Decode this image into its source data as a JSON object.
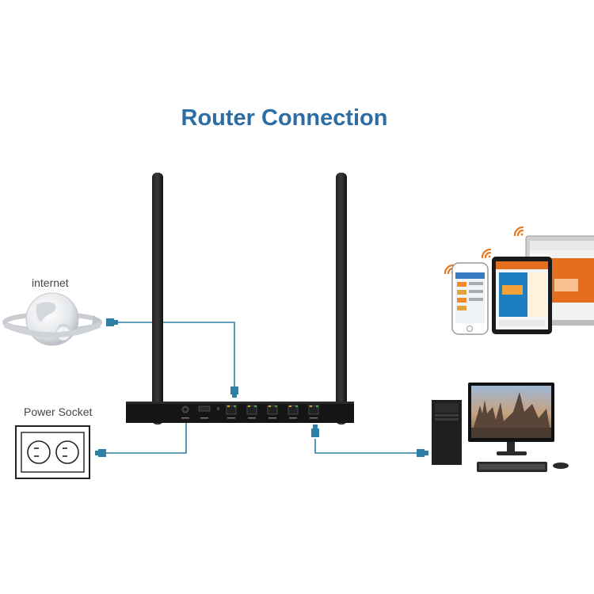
{
  "diagram": {
    "title": "Router Connection",
    "internet_label": "internet",
    "power_label": "Power Socket"
  },
  "colors": {
    "title": "#2e6da4",
    "cable": "#2e7fa3",
    "router_body": "#151515"
  },
  "icons": [
    "globe-icon",
    "power-socket-icon",
    "wifi-icon",
    "smartphone-icon",
    "tablet-icon",
    "laptop-icon",
    "desktop-pc-icon",
    "router-icon"
  ]
}
